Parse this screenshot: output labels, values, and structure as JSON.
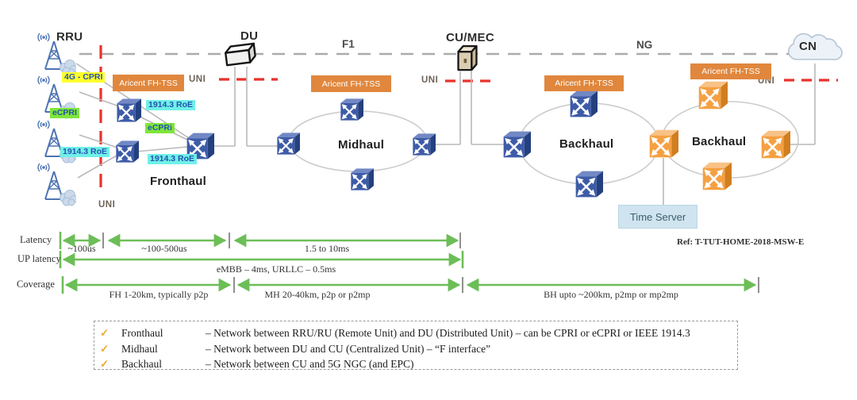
{
  "labels": {
    "rru": "RRU",
    "du": "DU",
    "f1": "F1",
    "cu_mec": "CU/MEC",
    "ng": "NG",
    "cn": "CN",
    "uni": "UNI",
    "aricent": "Aricent FH-TSS",
    "time_server": "Time Server",
    "ref": "Ref: T-TUT-HOME-2018-MSW-E"
  },
  "sections": {
    "fronthaul": "Fronthaul",
    "midhaul": "Midhaul",
    "backhaul_left": "Backhaul",
    "backhaul_right": "Backhaul"
  },
  "tags": {
    "cpri4g": "4G - CPRI",
    "ecpri_left": "eCPRI",
    "roe_left": "1914.3 RoE",
    "roe_top": "1914.3 RoE",
    "ecpri_mid": "eCPRi",
    "roe_bottom": "1914.3 RoE"
  },
  "metrics": {
    "latency_label": "Latency",
    "latency_segs": [
      "~100us",
      "~100-500us",
      "1.5 to 10ms"
    ],
    "up_latency_label": "UP latency",
    "up_latency_text": "eMBB – 4ms, URLLC – 0.5ms",
    "coverage_label": "Coverage",
    "coverage_segs": [
      "FH 1-20km, typically p2p",
      "MH 20-40km, p2p or p2mp",
      "BH upto ~200km, p2mp or mp2mp"
    ]
  },
  "legend": {
    "check": "✓",
    "items": [
      {
        "term": "Fronthaul",
        "desc": "– Network between RRU/RU (Remote Unit) and DU (Distributed Unit) – can be CPRI or eCPRI or IEEE 1914.3"
      },
      {
        "term": "Midhaul",
        "desc": "– Network between DU and CU (Centralized Unit) – “F interface”"
      },
      {
        "term": "Backhaul",
        "desc": "– Network between CU and 5G NGC (and EPC)"
      }
    ]
  },
  "colors": {
    "switch_blue": "#3D5BA7",
    "switch_orange": "#F5A042",
    "aricent_orange": "#E0873D",
    "highlight_yellow": "#FFFF2E",
    "highlight_green": "#7FE53A",
    "highlight_cyan": "#6FF0E8",
    "arrow_green": "#6CBE57",
    "uni_red": "#E8322C",
    "time_server_bg": "#CFE4EF"
  }
}
